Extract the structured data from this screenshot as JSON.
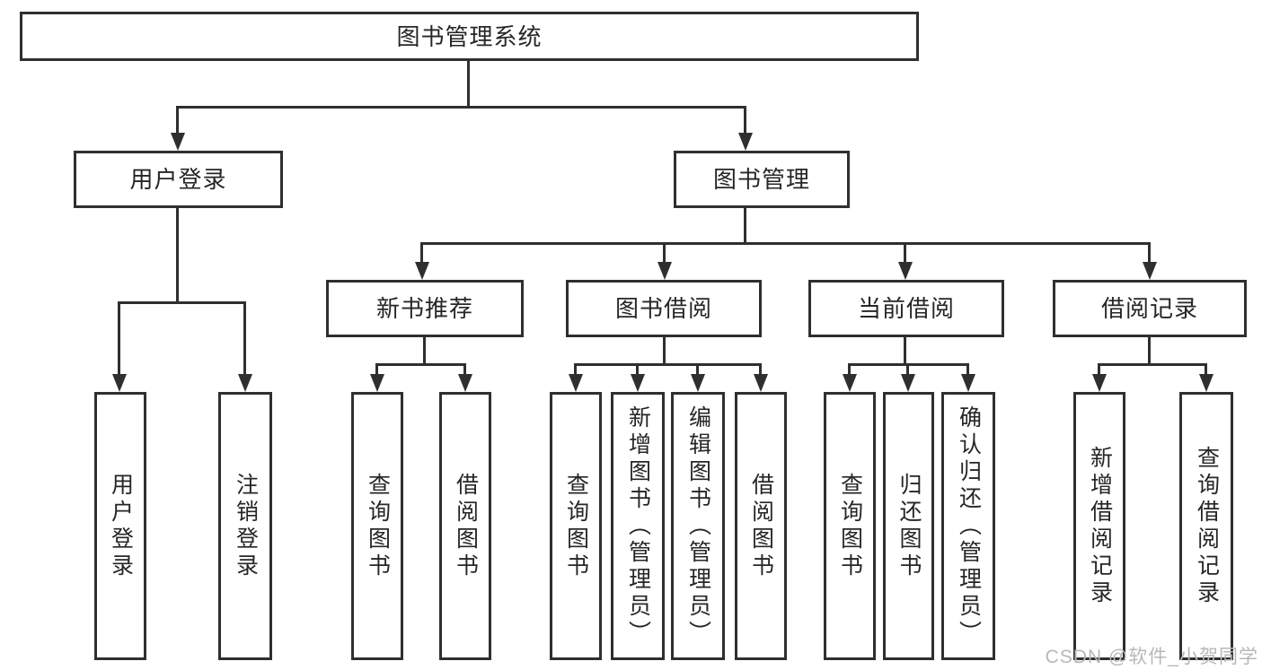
{
  "tree": {
    "root": "图书管理系统",
    "branches": [
      {
        "label": "用户登录",
        "children": [
          "用户登录",
          "注销登录"
        ]
      },
      {
        "label": "图书管理",
        "groups": [
          {
            "label": "新书推荐",
            "children": [
              "查询图书",
              "借阅图书"
            ]
          },
          {
            "label": "图书借阅",
            "children": [
              "查询图书",
              "新增图书（管理员）",
              "编辑图书（管理员）",
              "借阅图书"
            ]
          },
          {
            "label": "当前借阅",
            "children": [
              "查询图书",
              "归还图书",
              "确认归还（管理员）"
            ]
          },
          {
            "label": "借阅记录",
            "children": [
              "新增借阅记录",
              "查询借阅记录"
            ]
          }
        ]
      }
    ]
  },
  "watermark": "CSDN @软件_小贺同学",
  "colors": {
    "line": "#2f2f2f",
    "text": "#262626",
    "watermark": "#b8b8b8",
    "background": "#ffffff"
  }
}
